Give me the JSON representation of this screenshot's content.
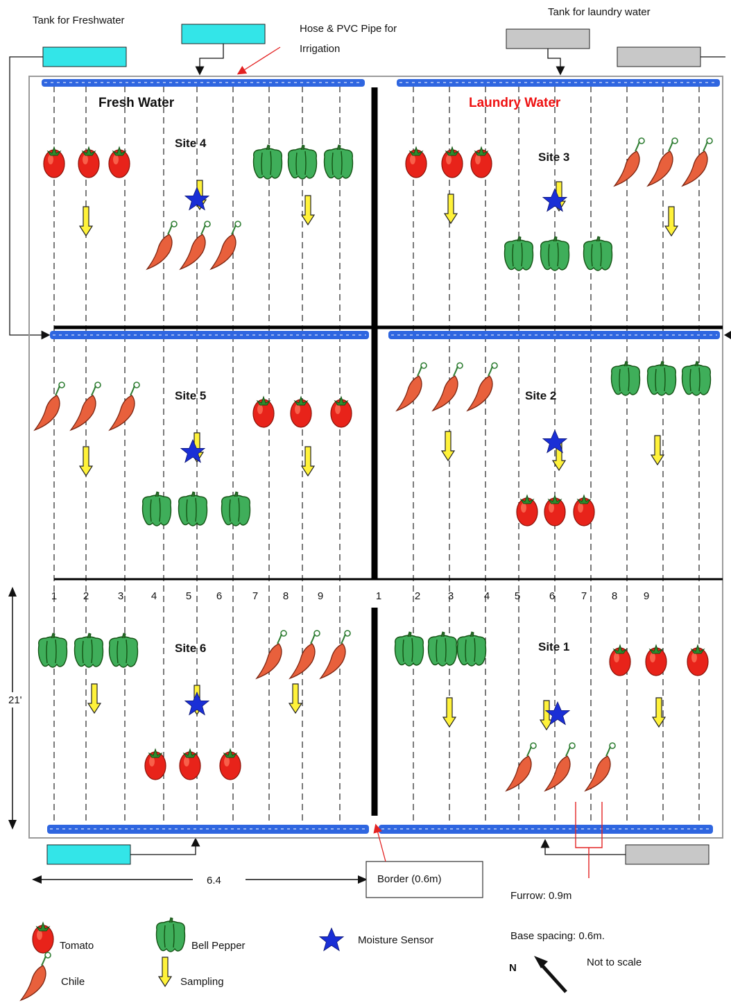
{
  "tanks": {
    "freshwater_label": "Tank for Freshwater",
    "laundry_label": "Tank for laundry water",
    "fresh_color": "#33E5E8",
    "laundry_color": "#C8C8C8"
  },
  "pipe": {
    "label_line1": "Hose & PVC Pipe for",
    "label_line2": "Irrigation",
    "color": "#2F66E0"
  },
  "zones": {
    "fresh": "Fresh  Water",
    "laundry": "Laundry Water",
    "laundry_color": "#EE1111"
  },
  "sites": [
    {
      "id": "site-4",
      "label": "Site 4"
    },
    {
      "id": "site-3",
      "label": "Site 3"
    },
    {
      "id": "site-5",
      "label": "Site 5"
    },
    {
      "id": "site-2",
      "label": "Site 2"
    },
    {
      "id": "site-6",
      "label": "Site 6"
    },
    {
      "id": "site-1",
      "label": "Site 1"
    }
  ],
  "furrow_numbers_left": [
    "1",
    "2",
    "3",
    "4",
    "5",
    "6",
    "7",
    "8",
    "9"
  ],
  "furrow_numbers_right": [
    "1",
    "2",
    "3",
    "4",
    "5",
    "6",
    "7",
    "8",
    "9"
  ],
  "dimensions": {
    "height_label": "21'",
    "width_label": "6.4",
    "border_label": "Border (0.6m)",
    "furrow_label": "Furrow: 0.9m"
  },
  "legend": {
    "tomato": "Tomato",
    "bell_pepper": "Bell Pepper",
    "moisture_sensor": "Moisture Sensor",
    "chile": "Chile",
    "sampling": "Sampling",
    "base_spacing": "Base spacing: 0.6m.",
    "north": "N",
    "scale_note": "Not to scale"
  },
  "colors": {
    "tomato": "#E8231A",
    "pepper": "#3FAE5A",
    "chile": "#E8603C",
    "sensor": "#1A2FD6",
    "arrow": "#FFF23A"
  }
}
